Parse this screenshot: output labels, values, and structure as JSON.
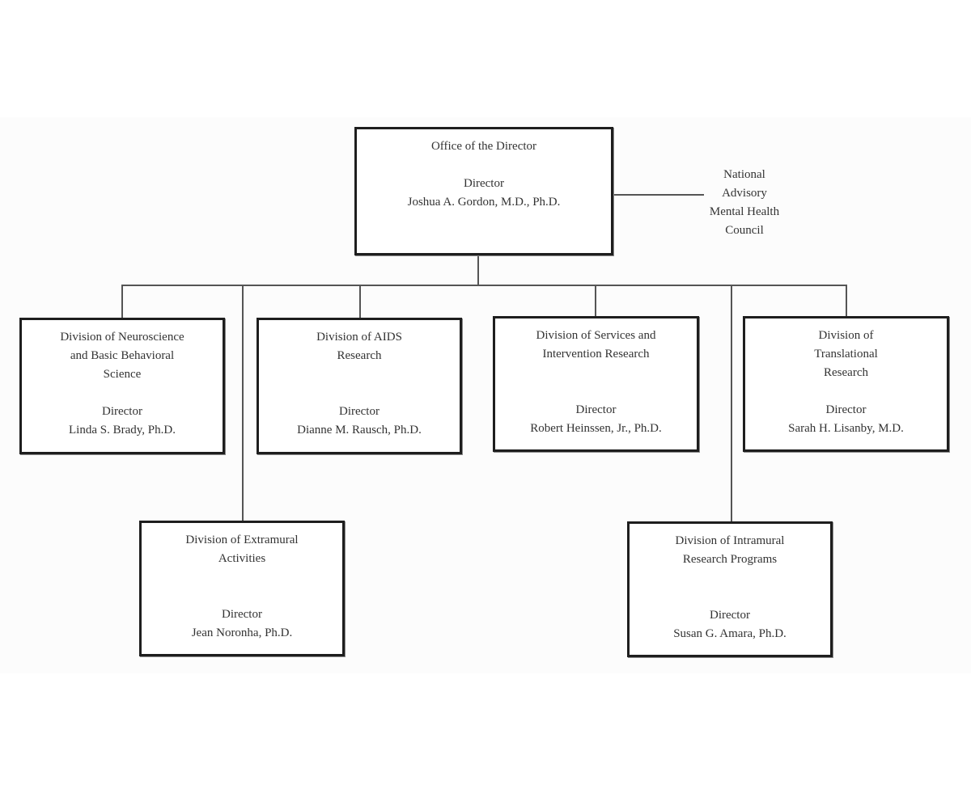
{
  "office": {
    "name": "Office of the Director",
    "title": "Director",
    "person": "Joshua A. Gordon, M.D., Ph.D."
  },
  "council": "National\nAdvisory\nMental Health\nCouncil",
  "divisions": [
    {
      "name": "Division of Neuroscience\nand Basic Behavioral\nScience",
      "title": "Director",
      "person": "Linda S. Brady, Ph.D."
    },
    {
      "name": "Division of AIDS\nResearch",
      "title": "Director",
      "person": "Dianne M. Rausch, Ph.D."
    },
    {
      "name": "Division of Services and\nIntervention Research",
      "title": "Director",
      "person": "Robert Heinssen, Jr., Ph.D."
    },
    {
      "name": "Division of\nTranslational\nResearch",
      "title": "Director",
      "person": "Sarah H. Lisanby, M.D."
    },
    {
      "name": "Division of Extramural\nActivities",
      "title": "Director",
      "person": "Jean Noronha, Ph.D."
    },
    {
      "name": "Division of Intramural\nResearch Programs",
      "title": "Director",
      "person": "Susan G. Amara, Ph.D."
    }
  ]
}
